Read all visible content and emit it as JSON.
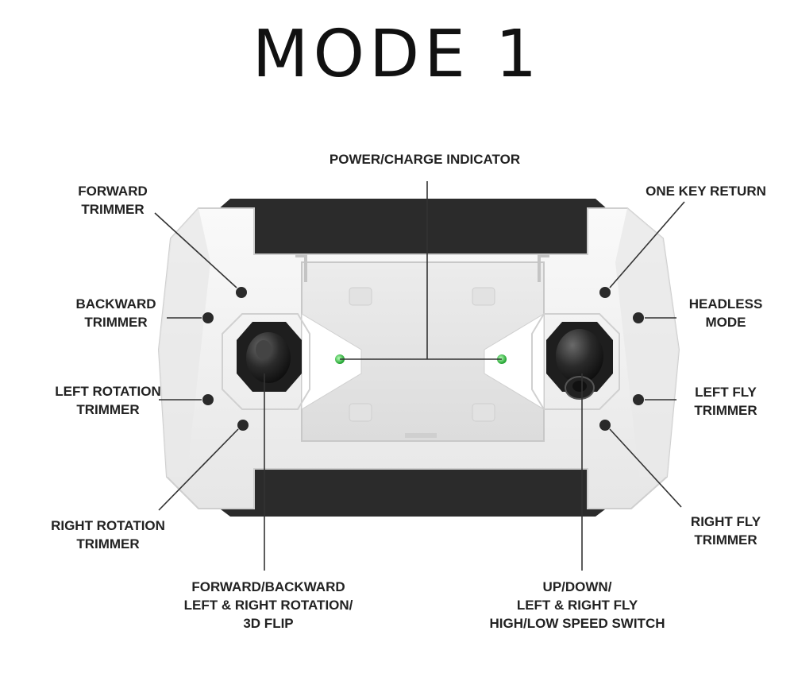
{
  "title": "MODE 1",
  "labels": {
    "power_charge_indicator": "POWER/CHARGE INDICATOR",
    "forward_trimmer": "FORWARD\nTRIMMER",
    "backward_trimmer": "BACKWARD\nTRIMMER",
    "left_rotation_trimmer": "LEFT ROTATION\nTRIMMER",
    "right_rotation_trimmer": "RIGHT ROTATION\nTRIMMER",
    "one_key_return": "ONE KEY RETURN",
    "headless_mode": "HEADLESS\nMODE",
    "left_fly_trimmer": "LEFT FLY\nTRIMMER",
    "right_fly_trimmer": "RIGHT FLY\nTRIMMER",
    "left_stick": "FORWARD/BACKWARD\nLEFT & RIGHT ROTATION/\n3D FLIP",
    "right_stick": "UP/DOWN/\nLEFT & RIGHT FLY\nHIGH/LOW SPEED SWITCH"
  },
  "colors": {
    "body": "#f2f2f2",
    "grip": "#2b2b2b",
    "led": "#2ecc40",
    "line": "#333333"
  }
}
